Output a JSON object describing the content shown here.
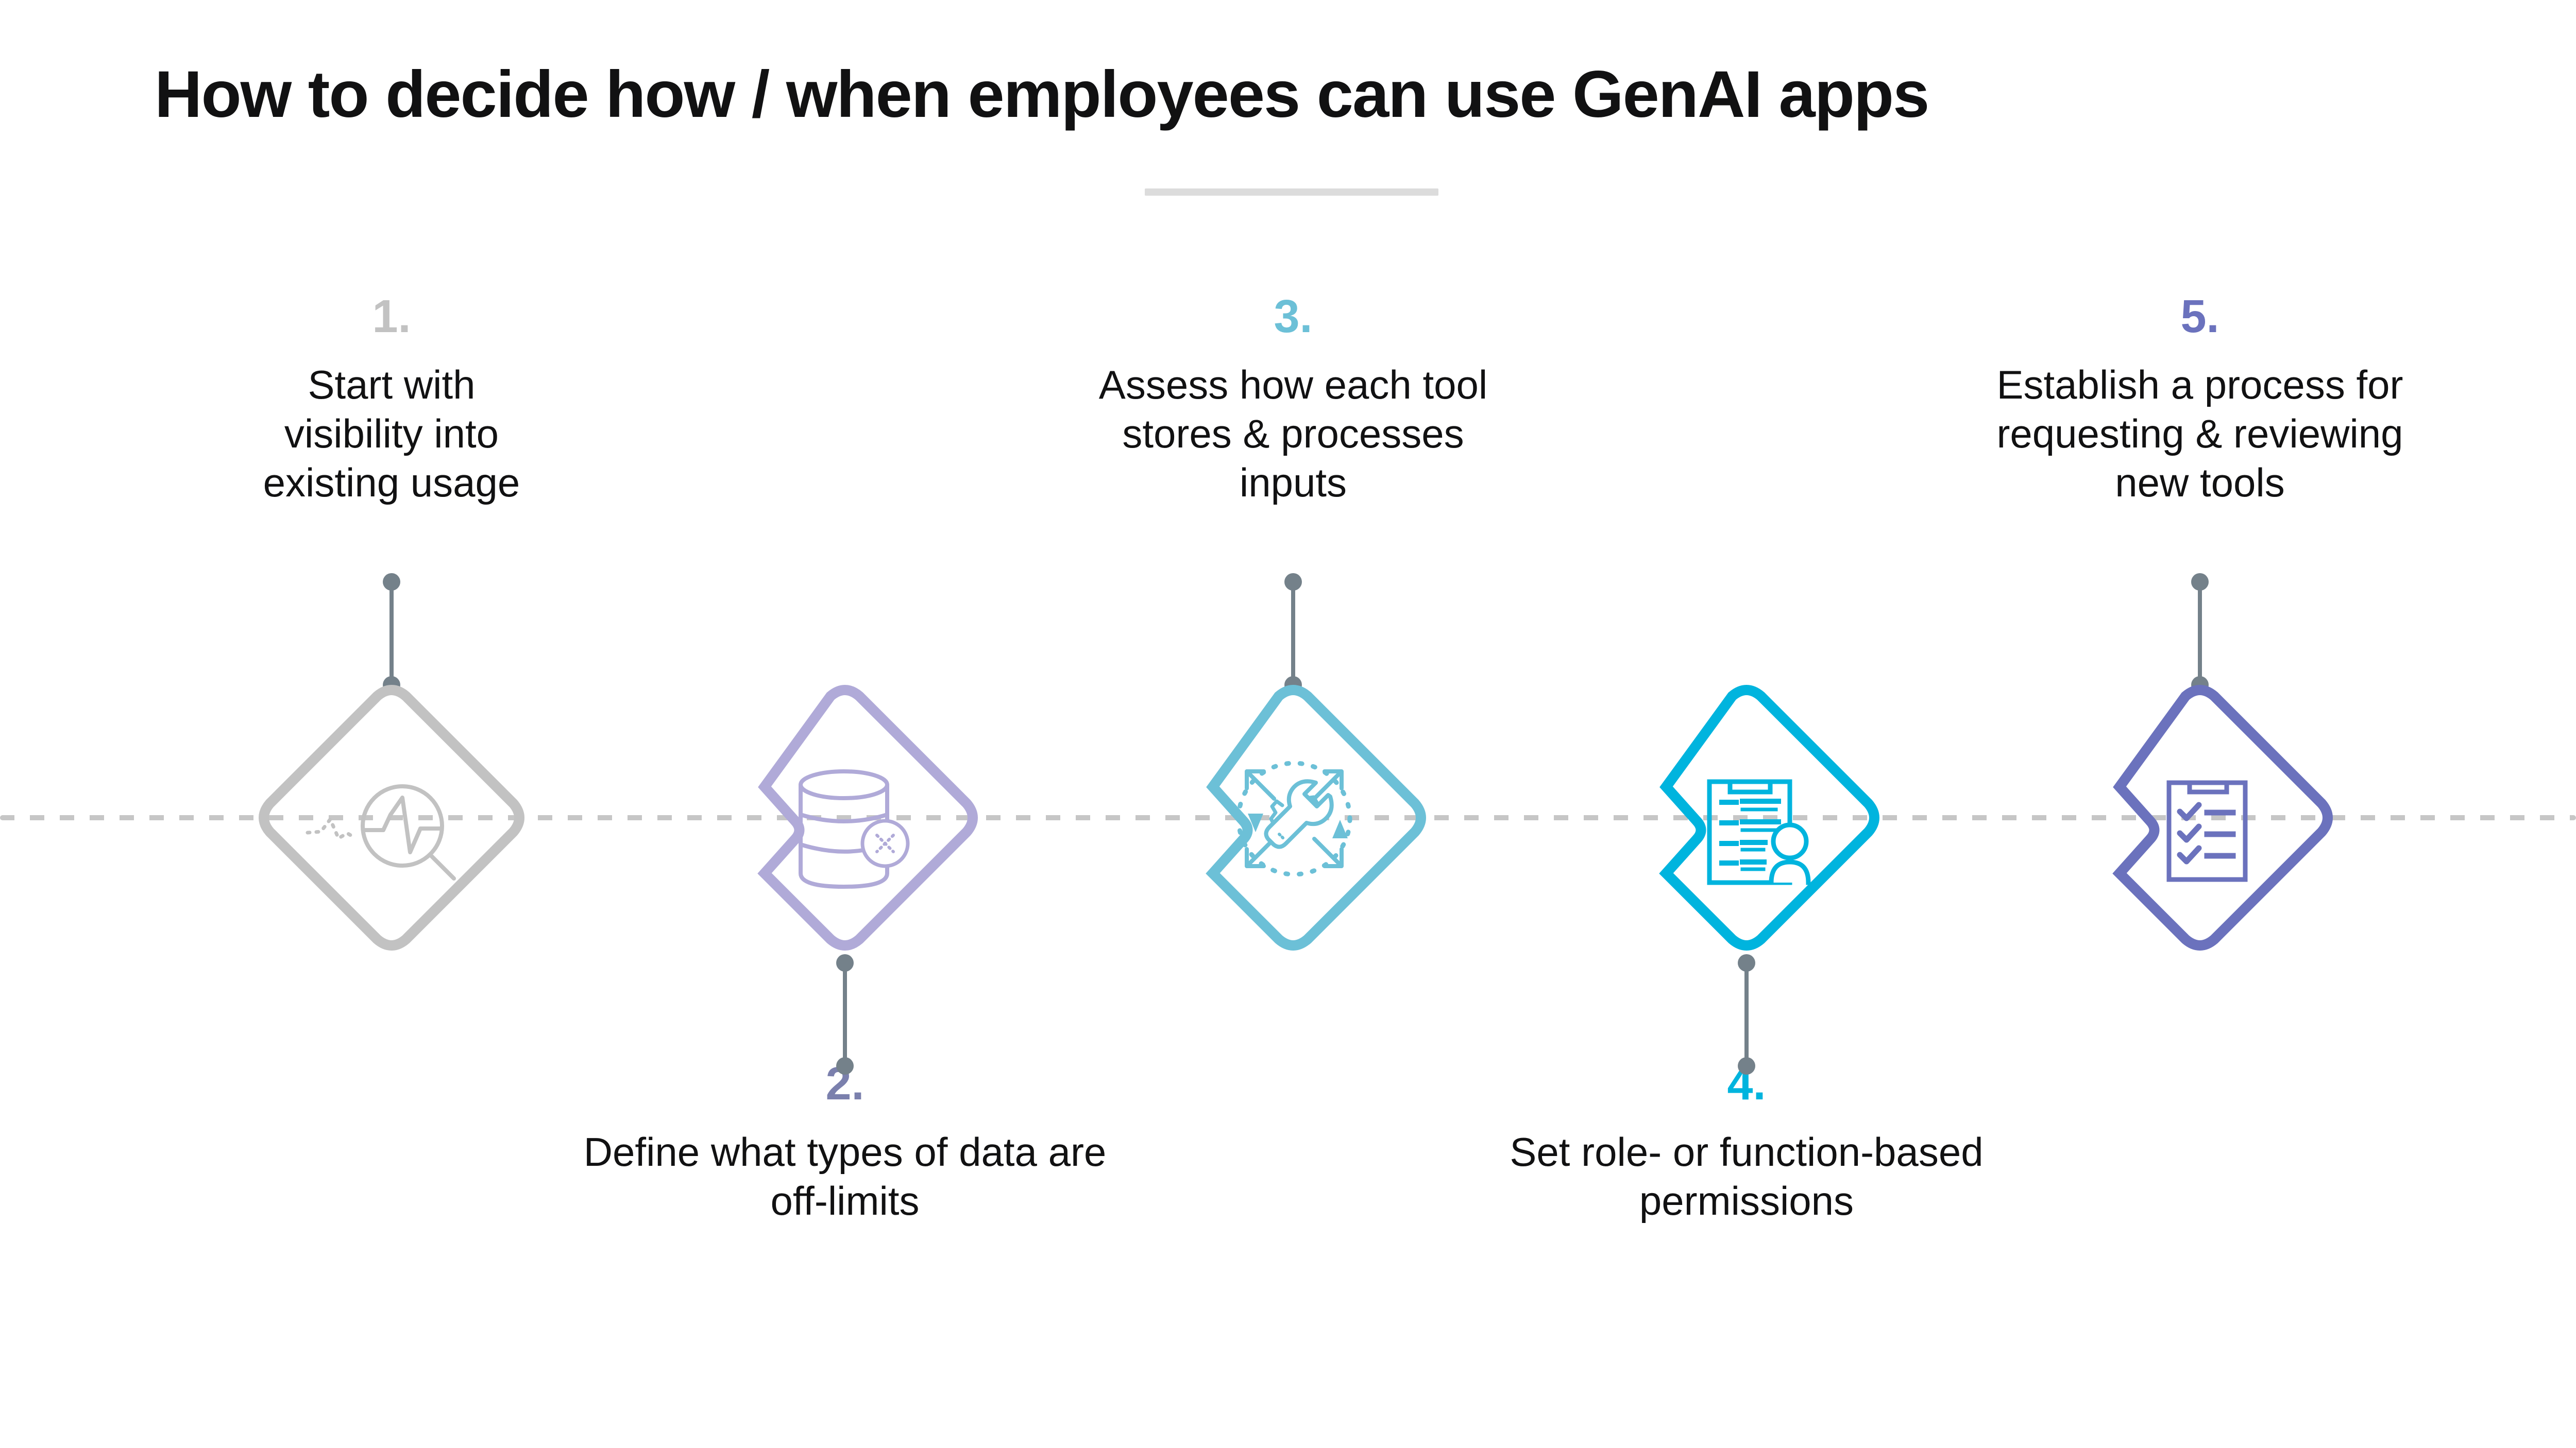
{
  "header": {
    "title": "How to decide how / when employees can use GenAI apps",
    "divider_color": "#dcdcdc"
  },
  "timeline": {
    "baseline_style": "dashed",
    "baseline_color": "#c6c6c6",
    "connector_color": "#74818a"
  },
  "steps": [
    {
      "number": "1.",
      "number_color": "#c2c2c2",
      "caption": "Start with\nvisibility into\nexisting usage",
      "accent_color": "#c2c2c2",
      "icon": "magnifier-pulse-icon",
      "position": "above",
      "notched": false
    },
    {
      "number": "2.",
      "number_color": "#7b80ad",
      "caption": "Define what types of data are\noff-limits",
      "accent_color": "#b0aad8",
      "icon": "database-blocked-icon",
      "position": "below",
      "notched": true
    },
    {
      "number": "3.",
      "number_color": "#6cc0d7",
      "caption": "Assess how each tool\nstores & processes\ninputs",
      "accent_color": "#6cc0d7",
      "icon": "wrench-gear-scale-icon",
      "position": "above",
      "notched": true
    },
    {
      "number": "4.",
      "number_color": "#00b4de",
      "caption": "Set role- or function-based\npermissions",
      "accent_color": "#00b4de",
      "icon": "clipboard-person-icon",
      "position": "below",
      "notched": true
    },
    {
      "number": "5.",
      "number_color": "#6b72bd",
      "caption": "Establish a process for\nrequesting & reviewing\nnew tools",
      "accent_color": "#6b72bd",
      "icon": "checklist-clipboard-icon",
      "position": "above",
      "notched": true
    }
  ]
}
